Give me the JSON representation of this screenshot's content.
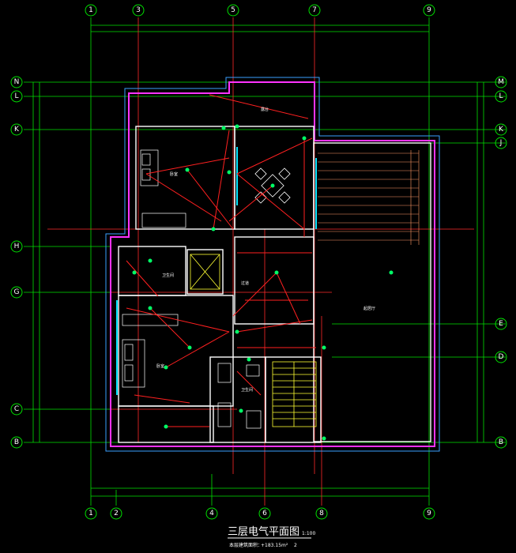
{
  "drawing": {
    "title": "三层电气平面图",
    "scale": "1:100",
    "subtitle": "本层建筑面积：",
    "subtitle_value": "+183.15m²",
    "subtitle_mark": "2"
  },
  "axes": {
    "top": [
      "1",
      "3",
      "5",
      "7",
      "9"
    ],
    "bottom": [
      "1",
      "2",
      "4",
      "6",
      "8",
      "9"
    ],
    "left": [
      "N",
      "L",
      "K",
      "H",
      "G",
      "C",
      "B"
    ],
    "right": [
      "M",
      "L",
      "K",
      "J",
      "E",
      "D",
      "B"
    ]
  },
  "colors": {
    "axis_line": "#ff2a2a",
    "dimension": "#00e000",
    "wall": "#ffffff",
    "outline": "#ff33ff",
    "inner": "#3aa0ff",
    "wiring": "#ff2020",
    "fixture": "#00ff66",
    "stairs": "#ffff33",
    "hatch": "#ff9966"
  },
  "rooms": [
    {
      "key": "bedroom-north",
      "label": "卧室"
    },
    {
      "key": "terrace",
      "label": "露台"
    },
    {
      "key": "bath",
      "label": "卫生间"
    },
    {
      "key": "corridor",
      "label": "过道"
    },
    {
      "key": "bedroom-south",
      "label": "卧室"
    },
    {
      "key": "hall",
      "label": "起居厅"
    },
    {
      "key": "bath-2",
      "label": "卫生间"
    }
  ]
}
